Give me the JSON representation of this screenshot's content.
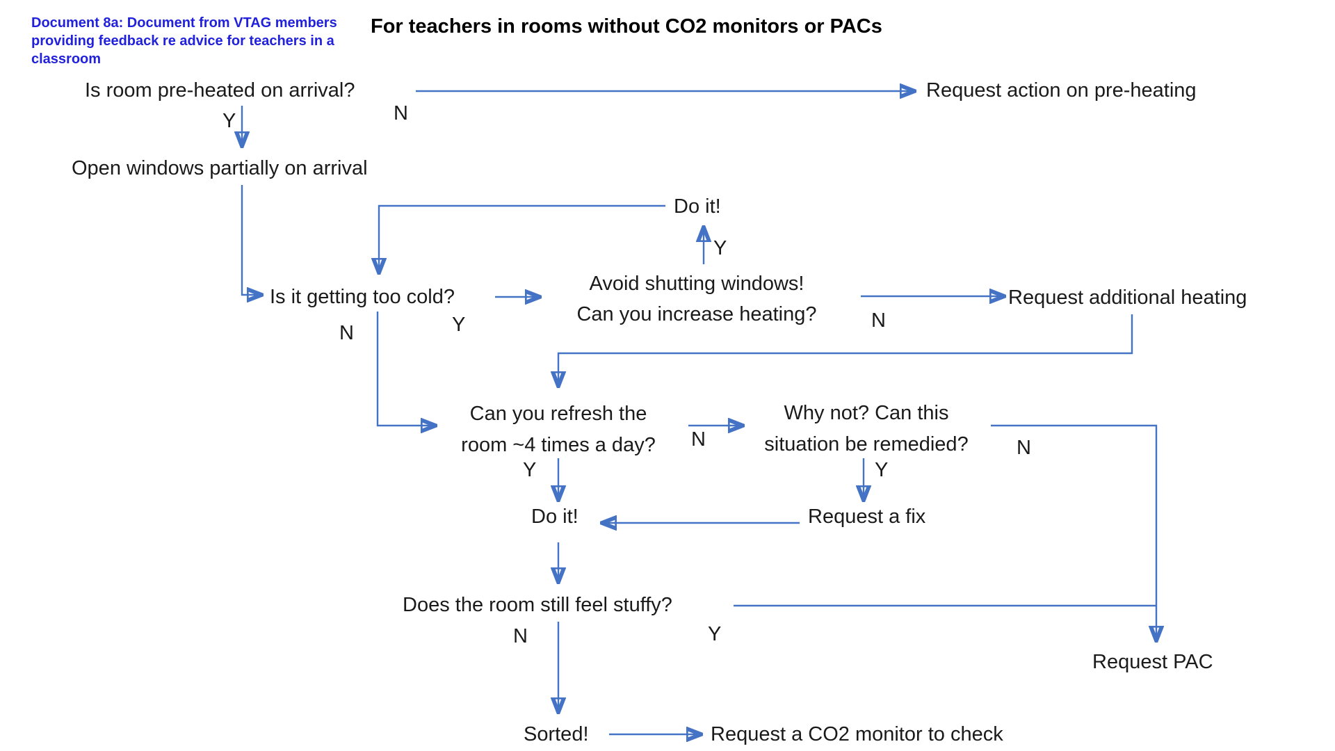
{
  "colors": {
    "arrow_blue": "#4472C4",
    "doc_label_blue": "#2121DB",
    "body_text": "#1a1a1a",
    "title_black": "#000000",
    "background": "#ffffff"
  },
  "header": {
    "doc_label_line1": "Document 8a: Document from VTAG members",
    "doc_label_line2": "providing feedback re advice for teachers in a",
    "doc_label_line3": "classroom",
    "title": "For teachers in rooms without CO2 monitors or PACs"
  },
  "nodes": {
    "q_preheat": "Is room pre-heated on arrival?",
    "request_preheat_action": "Request action on pre-heating",
    "open_windows": "Open windows partially on arrival",
    "do_it_1": "Do it!",
    "q_too_cold": "Is it getting too cold?",
    "avoid_shutting_line1": "Avoid shutting windows!",
    "avoid_shutting_line2": "Can you increase heating?",
    "request_additional_heating": "Request additional heating",
    "q_refresh_line1": "Can you refresh the",
    "q_refresh_line2": "room ~4 times a day?",
    "q_why_not_line1": "Why not? Can this",
    "q_why_not_line2": "situation be remedied?",
    "request_fix": "Request a fix",
    "do_it_2": "Do it!",
    "q_stuffy": "Does the room still feel stuffy?",
    "request_pac": "Request PAC",
    "sorted": "Sorted!",
    "request_co2_monitor": "Request a CO2 monitor to check"
  },
  "edge_labels": {
    "preheat_yes": "Y",
    "preheat_no": "N",
    "too_cold_no": "N",
    "too_cold_yes": "Y",
    "avoid_yes": "Y",
    "avoid_no": "N",
    "refresh_yes": "Y",
    "refresh_no": "N",
    "why_not_yes": "Y",
    "why_not_no": "N",
    "stuffy_no": "N",
    "stuffy_yes": "Y"
  }
}
